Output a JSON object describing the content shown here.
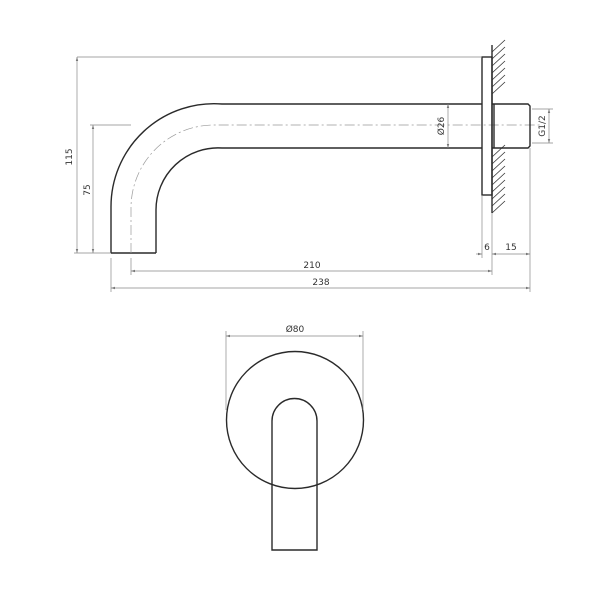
{
  "side_view": {
    "dim_height_total": "115",
    "dim_height_outlet": "75",
    "dim_pipe_diameter": "Ø26",
    "dim_thread": "G1/2",
    "dim_flange": "6",
    "dim_thread_length": "15",
    "dim_projection_center": "210",
    "dim_projection_total": "238"
  },
  "front_view": {
    "dim_rosette_diameter": "Ø80"
  }
}
